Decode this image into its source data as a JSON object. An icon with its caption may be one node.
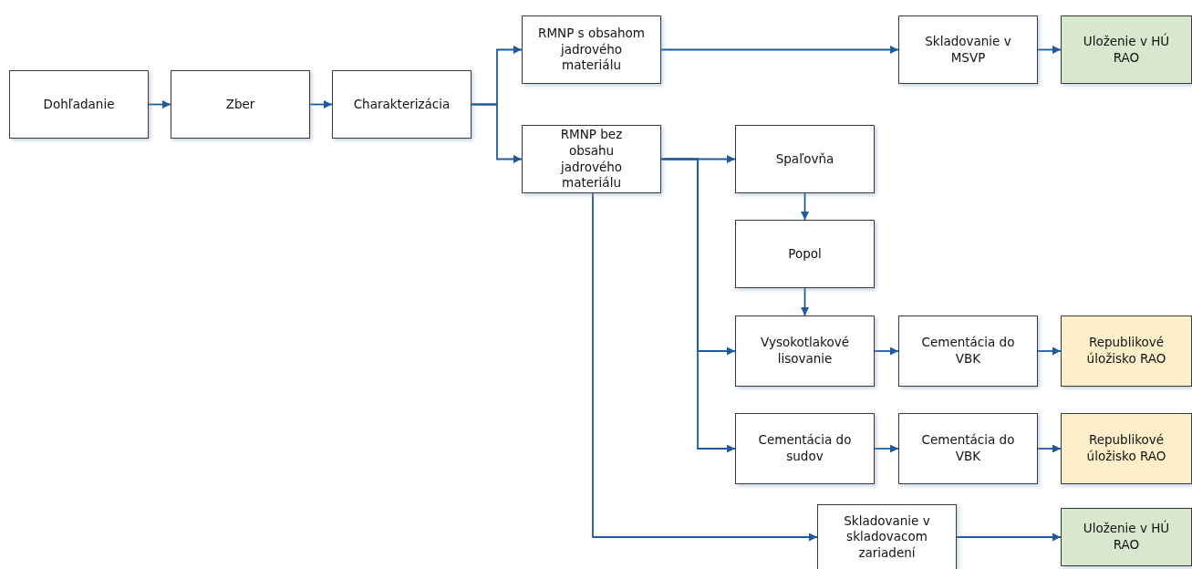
{
  "diagram": {
    "nodes": [
      {
        "text": [
          "Dohľadanie"
        ]
      },
      {
        "text": [
          "Zber"
        ]
      },
      {
        "text": [
          "Charakterizácia"
        ]
      },
      {
        "text": [
          "RMNP s obsahom jadrového materiálu"
        ]
      },
      {
        "text": [
          "Skladovanie v MSVP"
        ]
      },
      {
        "text": [
          "Uloženie v HÚ RAO"
        ]
      },
      {
        "text": [
          "RMNP bez obsahu jadrového materiálu"
        ]
      },
      {
        "text": [
          "Spaľovňa"
        ]
      },
      {
        "text": [
          "Popol"
        ]
      },
      {
        "text": [
          "Vysokotlakové lisovanie"
        ]
      },
      {
        "text": [
          "Cementácia do VBK"
        ]
      },
      {
        "text": [
          "Republikové úložisko RAO"
        ]
      },
      {
        "text": [
          "Cementácia do sudov"
        ]
      },
      {
        "text": [
          "Cementácia do VBK"
        ]
      },
      {
        "text": [
          "Republikové úložisko RAO"
        ]
      },
      {
        "text": [
          "Skladovanie v skladovacom zariadení"
        ]
      },
      {
        "text": [
          "Uloženie v HÚ RAO"
        ]
      }
    ],
    "edges": [
      {
        "from": 0,
        "to": 1,
        "arrow": "to"
      },
      {
        "from": 1,
        "to": 2,
        "arrow": "to"
      },
      {
        "from": 2,
        "to": 3,
        "arrow": "to"
      },
      {
        "from": 2,
        "to": 6,
        "arrow": "to"
      },
      {
        "from": 3,
        "to": 4,
        "arrow": "to"
      },
      {
        "from": 4,
        "to": 5,
        "arrow": "to"
      },
      {
        "from": 6,
        "to": 7,
        "arrow": "to"
      },
      {
        "from": 6,
        "to": 9,
        "arrow": "to"
      },
      {
        "from": 6,
        "to": 12,
        "arrow": "to"
      },
      {
        "from": 6,
        "to": 15,
        "arrow": "to"
      },
      {
        "from": 7,
        "to": 8,
        "arrow": "to"
      },
      {
        "from": 8,
        "to": 9,
        "arrow": "to"
      },
      {
        "from": 9,
        "to": 10,
        "arrow": "to"
      },
      {
        "from": 10,
        "to": 11,
        "arrow": "to"
      },
      {
        "from": 12,
        "to": 13,
        "arrow": "to"
      },
      {
        "from": 13,
        "to": 14,
        "arrow": "to"
      },
      {
        "from": 15,
        "to": 16,
        "arrow": "to"
      }
    ]
  }
}
